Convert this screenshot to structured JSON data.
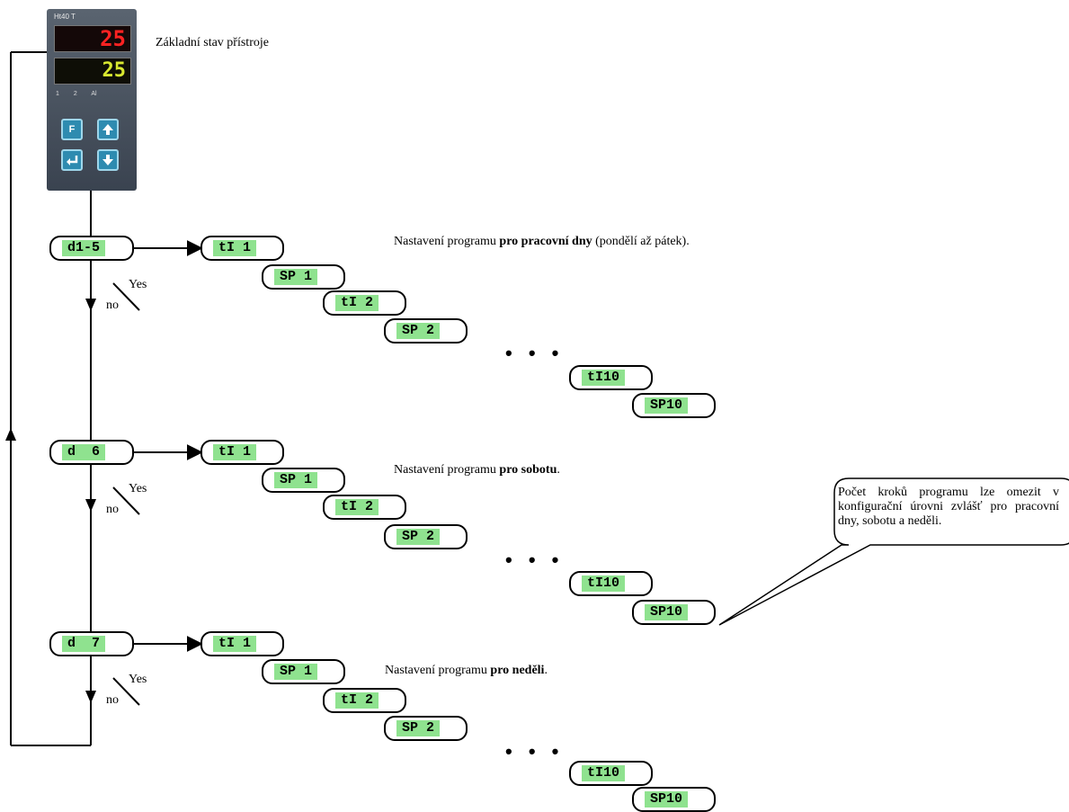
{
  "device": {
    "model": "Ht40 T",
    "display_top": "25",
    "display_bottom": "25",
    "indicators": [
      "1",
      "2",
      "Al"
    ],
    "buttons": [
      "F",
      "up-arrow",
      "enter",
      "down-arrow"
    ],
    "caption": "Základní stav přístroje"
  },
  "branch_labels": {
    "yes": "Yes",
    "no": "no"
  },
  "groups": [
    {
      "day_code": "d1-5",
      "desc_prefix": "Nastavení programu ",
      "desc_bold": "pro pracovní dny",
      "desc_suffix": " (pondělí až pátek).",
      "steps": [
        "tI 1",
        "SP 1",
        "tI 2",
        "SP 2",
        "tI10",
        "SP10"
      ],
      "ellipsis": "• • •"
    },
    {
      "day_code": "d  6",
      "desc_prefix": "Nastavení programu ",
      "desc_bold": "pro sobotu",
      "desc_suffix": ".",
      "steps": [
        "tI 1",
        "SP 1",
        "tI 2",
        "SP 2",
        "tI10",
        "SP10"
      ],
      "ellipsis": "• • •"
    },
    {
      "day_code": "d  7",
      "desc_prefix": "Nastavení programu ",
      "desc_bold": "pro neděli",
      "desc_suffix": ".",
      "steps": [
        "tI 1",
        "SP 1",
        "tI 2",
        "SP 2",
        "tI10",
        "SP10"
      ],
      "ellipsis": "• • •"
    }
  ],
  "callout": {
    "text": "Počet kroků programu lze omezit v konfigurační úrovni zvlášť pro pracovní dny, sobotu a neděli."
  }
}
